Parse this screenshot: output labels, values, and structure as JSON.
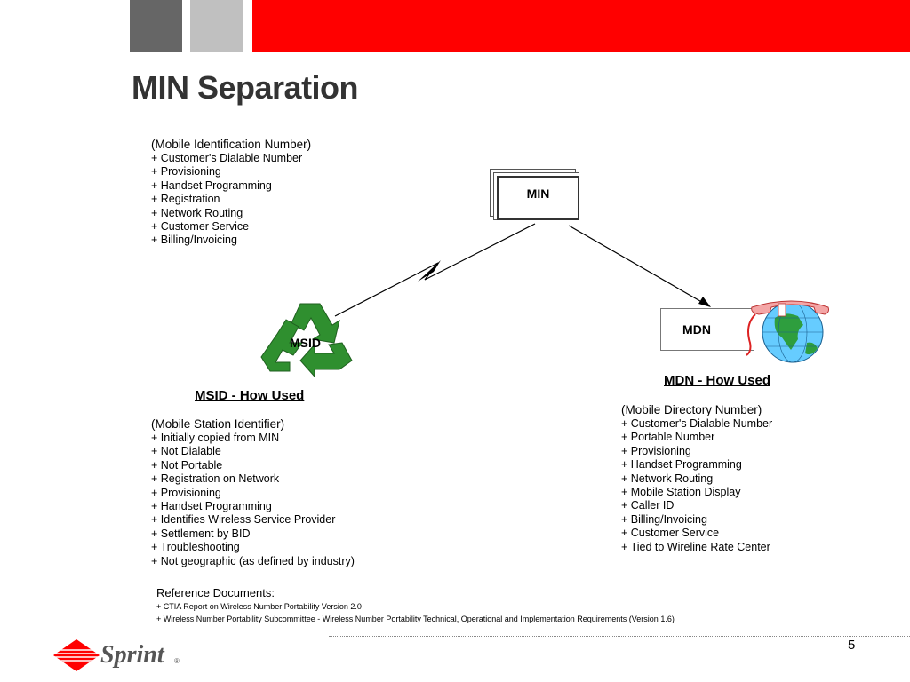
{
  "slide": {
    "title": "MIN Separation",
    "page_number": "5",
    "accent_color": "#ff0000"
  },
  "min": {
    "box_label": "MIN",
    "header": "(Mobile Identification Number)",
    "items": [
      "+  Customer's Dialable Number",
      "+  Provisioning",
      "+  Handset Programming",
      "+  Registration",
      "+  Network Routing",
      "+  Customer Service",
      "+  Billing/Invoicing"
    ]
  },
  "msid": {
    "icon_label": "MSID",
    "subtitle": "MSID  - How Used",
    "header": "(Mobile Station Identifier)",
    "items": [
      "+ Initially copied from MIN",
      "+  Not Dialable",
      "+  Not Portable",
      "+  Registration on Network",
      "+  Provisioning",
      "+  Handset Programming",
      "+  Identifies Wireless Service Provider",
      "+  Settlement by BID",
      "+ Troubleshooting",
      "+ Not geographic (as defined by industry)"
    ]
  },
  "mdn": {
    "box_label": "MDN",
    "subtitle": "MDN  - How Used",
    "header": "(Mobile Directory Number)",
    "items": [
      "+  Customer's Dialable Number",
      "+  Portable Number",
      "+  Provisioning",
      "+  Handset Programming",
      "+  Network Routing",
      "+  Mobile Station Display",
      "+  Caller ID",
      "+  Billing/Invoicing",
      "+  Customer Service",
      "+  Tied to Wireline Rate Center"
    ]
  },
  "references": {
    "header": "Reference Documents:",
    "items": [
      "+  CTIA Report on Wireless Number Portability Version 2.0",
      "+   Wireless Number Portability Subcommittee - Wireless Number Portability Technical, Operational and Implementation Requirements (Version 1.6)"
    ]
  },
  "logo": {
    "brand": "Sprint",
    "brand_color": "#ff0000"
  }
}
